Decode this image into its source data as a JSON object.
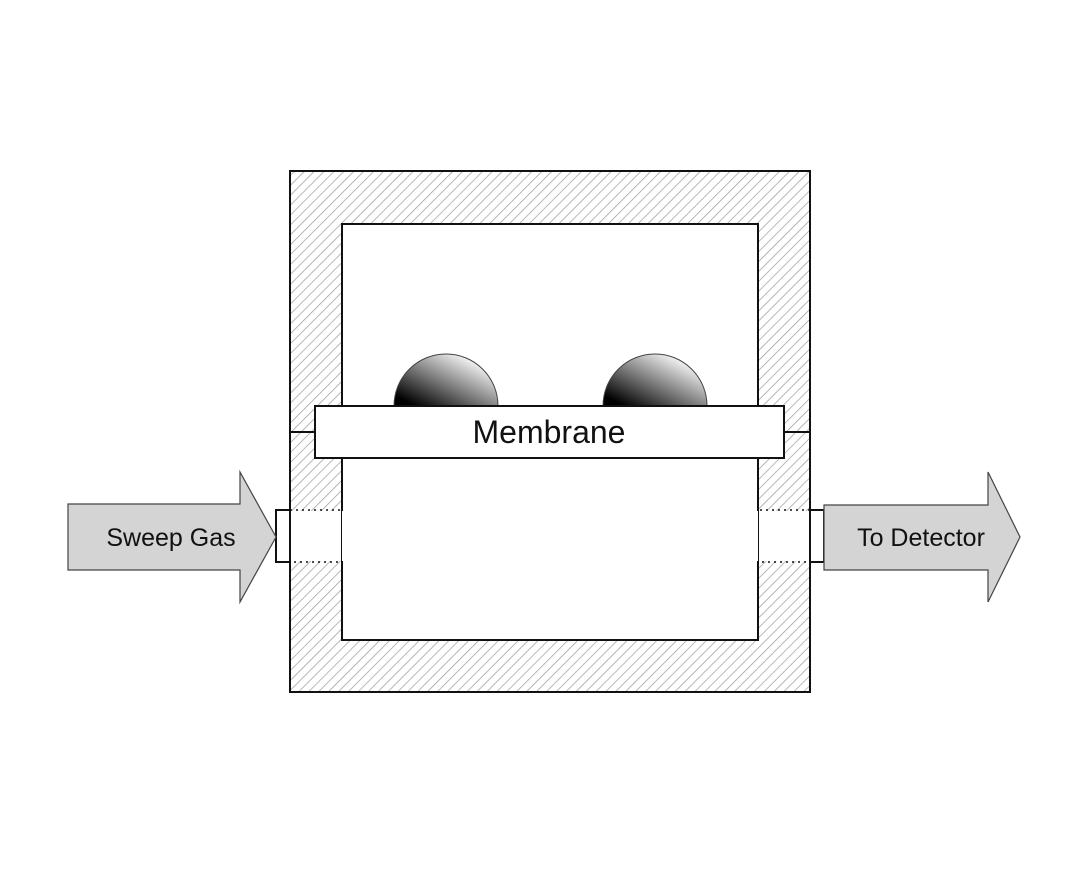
{
  "labels": {
    "membrane": "Membrane",
    "inlet": "Sweep Gas",
    "outlet": "To Detector"
  },
  "colors": {
    "arrow_fill": "#d4d4d4",
    "stroke": "#111111",
    "hatch": "#9a9a9a"
  }
}
